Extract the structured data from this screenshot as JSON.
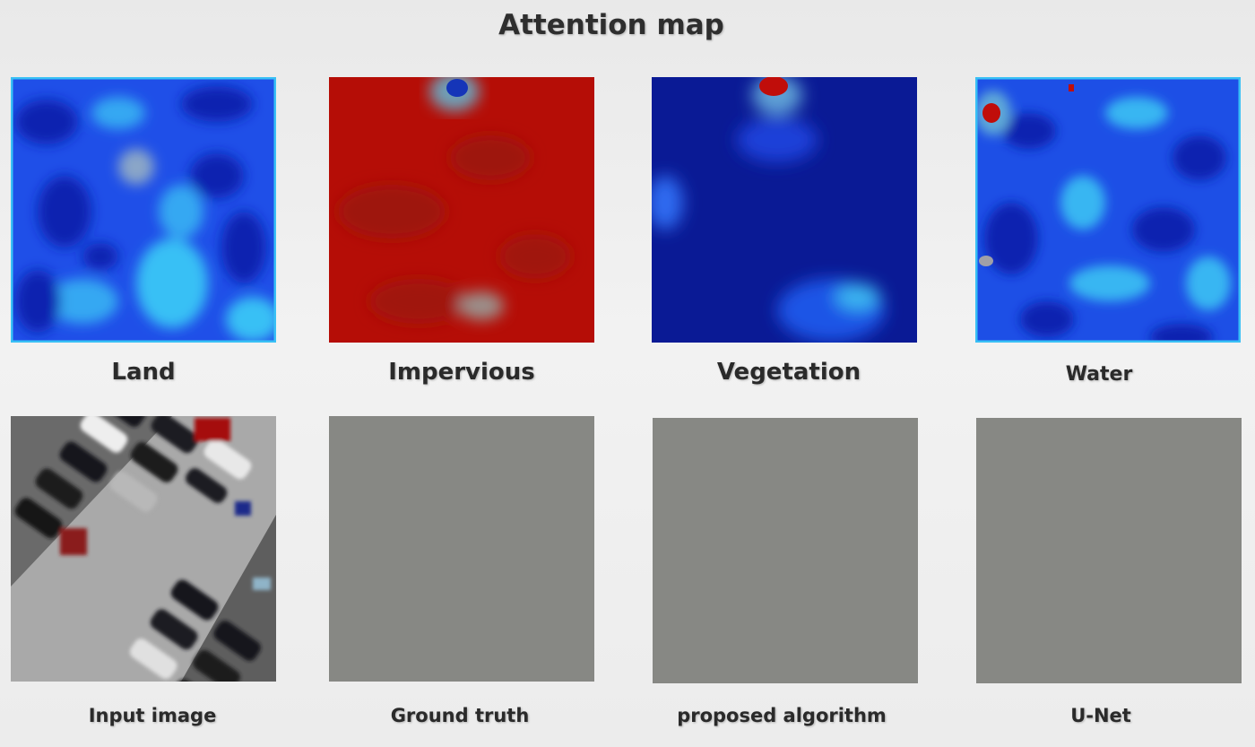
{
  "title": "Attention map",
  "attention_maps": [
    {
      "label": "Land",
      "colormap": "jet-low"
    },
    {
      "label": "Impervious",
      "colormap": "jet-high"
    },
    {
      "label": "Vegetation",
      "colormap": "jet-low"
    },
    {
      "label": "Water",
      "colormap": "jet-low"
    }
  ],
  "results": [
    {
      "label": "Input image"
    },
    {
      "label": "Ground truth"
    },
    {
      "label": "proposed algorithm"
    },
    {
      "label": "U-Net"
    }
  ],
  "colors": {
    "deep_blue": "#0a1ea8",
    "blue": "#1e46e6",
    "cyan": "#32b4f0",
    "red": "#b40a0a",
    "gray_mask": "#878884"
  }
}
